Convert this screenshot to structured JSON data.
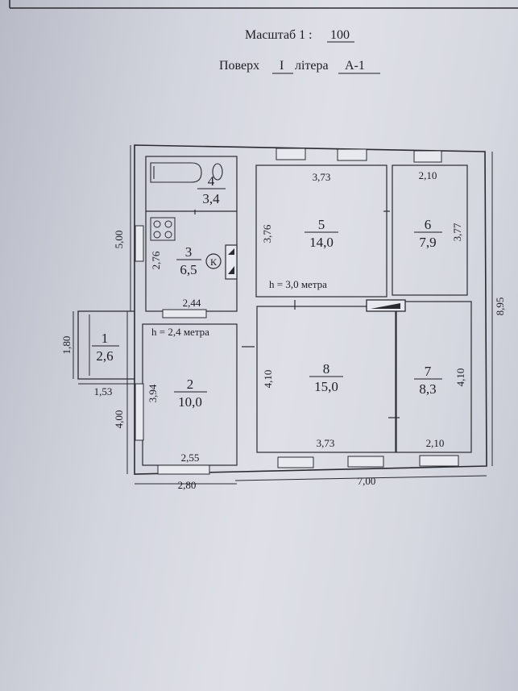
{
  "header": {
    "scale_label": "Масштаб 1 :",
    "scale_value": "100",
    "floor_label": "Поверх",
    "floor_value": "I",
    "letter_label": "літера",
    "letter_value": "А-1"
  },
  "rooms": [
    {
      "id": "1",
      "number": "1",
      "area": "2,6"
    },
    {
      "id": "2",
      "number": "2",
      "area": "10,0"
    },
    {
      "id": "3",
      "number": "3",
      "area": "6,5"
    },
    {
      "id": "4",
      "number": "4",
      "area": "3,4"
    },
    {
      "id": "5",
      "number": "5",
      "area": "14,0"
    },
    {
      "id": "6",
      "number": "6",
      "area": "7,9"
    },
    {
      "id": "7",
      "number": "7",
      "area": "8,3"
    },
    {
      "id": "8",
      "number": "8",
      "area": "15,0"
    }
  ],
  "heights": {
    "left": "h = 2,4 метра",
    "right": "h = 3,0 метра"
  },
  "boiler_symbol": "К",
  "dimensions": {
    "d_373_top": "3,73",
    "d_210_top": "2,10",
    "d_376": "3,76",
    "d_377": "3,77",
    "d_500": "5,00",
    "d_276": "2,76",
    "d_244": "2,44",
    "d_180": "1,80",
    "d_153": "1,53",
    "d_394": "3,94",
    "d_400": "4,00",
    "d_255": "2,55",
    "d_280": "2,80",
    "d_410_left": "4,10",
    "d_373_bottom": "3,73",
    "d_210_bottom": "2,10",
    "d_410_right": "4,10",
    "d_700": "7,00",
    "d_895": "8,95"
  }
}
